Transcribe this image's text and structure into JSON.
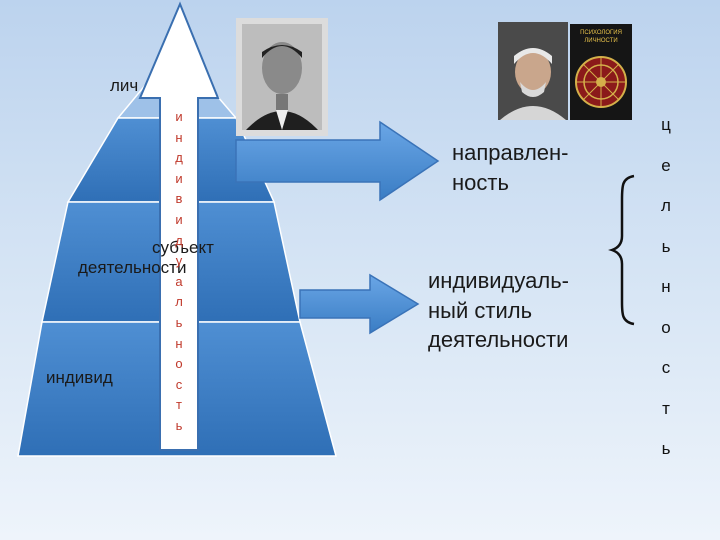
{
  "pyramid": {
    "top_label": "лич",
    "middle_label_line1": "субъект",
    "middle_label_line2": "деятельности",
    "bottom_label": "индивид"
  },
  "vertical_word": [
    "и",
    "н",
    "д",
    "и",
    "в",
    "и",
    "д",
    "у",
    "а",
    "л",
    "ь",
    "н",
    "о",
    "с",
    "т",
    "ь"
  ],
  "concepts": {
    "first_line1": "направлен-",
    "first_line2": "ность",
    "second_line1": "индивидуаль-",
    "second_line2": "ный стиль",
    "second_line3": "деятельности"
  },
  "right_word": [
    "ц",
    "е",
    "л",
    "ь",
    "н",
    "о",
    "с",
    "т",
    "ь"
  ],
  "book": {
    "title_line1": "ПСИХОЛОГИЯ",
    "title_line2": "ЛИЧНОСТИ"
  },
  "colors": {
    "pyramid_fill": "#3f81c8",
    "arrow_fill": "#4a8ed6",
    "accent_red": "#c0392b"
  }
}
